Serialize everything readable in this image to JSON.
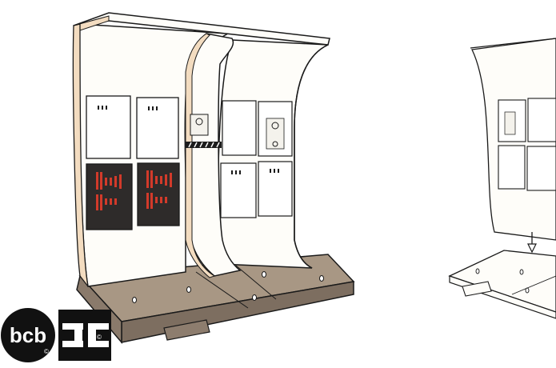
{
  "illustration": {
    "subject": "Sci-fi corridor wall panel set pieces on base platform",
    "views": [
      {
        "name": "main-view",
        "description": "Assembled curved wall section with panels and floor base"
      },
      {
        "name": "side-view",
        "description": "Partial view showing wall lowering onto base (arrow)"
      }
    ]
  },
  "colors": {
    "background": "#ffffff",
    "outline": "#1a1a1a",
    "wall": "#fefdf9",
    "wall_edge": "#f3dcc0",
    "floor": "#a89784",
    "floor_side": "#7d6e60",
    "dark_panel": "#2e2b2a",
    "red_light": "#d23a2a",
    "hazard_stripe": "#1c1c1c"
  },
  "logos": {
    "left": {
      "text": "bcb",
      "mark": "©"
    },
    "right": {
      "text": "JC",
      "mark": "©"
    }
  }
}
